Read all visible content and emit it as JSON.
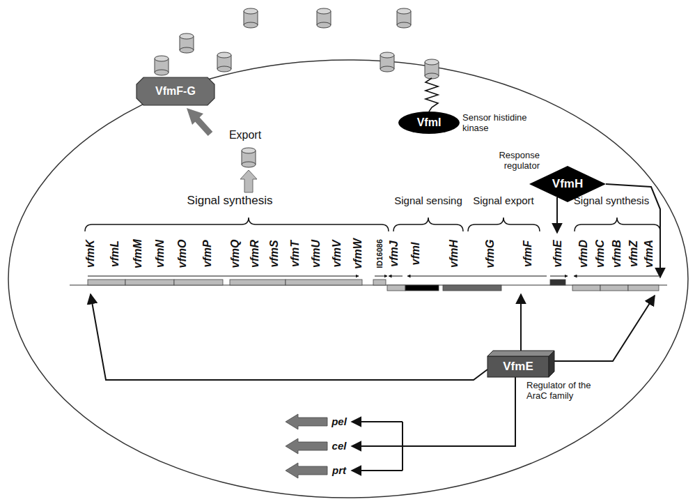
{
  "diagram": {
    "nodes": [
      {
        "text": [
          "VfmF-G"
        ]
      },
      {
        "text": [
          "VfmI",
          "Sensor histidine kinase"
        ]
      },
      {
        "text": [
          "VfmH",
          "Response regulator"
        ]
      },
      {
        "text": [
          "VfmE",
          "Regulator of the AraC family"
        ]
      }
    ],
    "labels": [
      "Export",
      "Signal synthesis",
      "Signal sensing",
      "Signal export",
      "Signal synthesis",
      "vfmK",
      "vfmL",
      "vfmM",
      "vfmN",
      "vfmO",
      "vfmP",
      "vfmQ",
      "vfmR",
      "vfmS",
      "vfmT",
      "vfmU",
      "vfmV",
      "vfmW",
      "ID16086",
      "vfmJ",
      "vfmI",
      "vfmH",
      "vfmG",
      "vfmF",
      "vfmE",
      "vfmD",
      "vfmC",
      "vfmB",
      "vfmZ",
      "vfmA",
      "pel",
      "cel",
      "prt"
    ]
  }
}
